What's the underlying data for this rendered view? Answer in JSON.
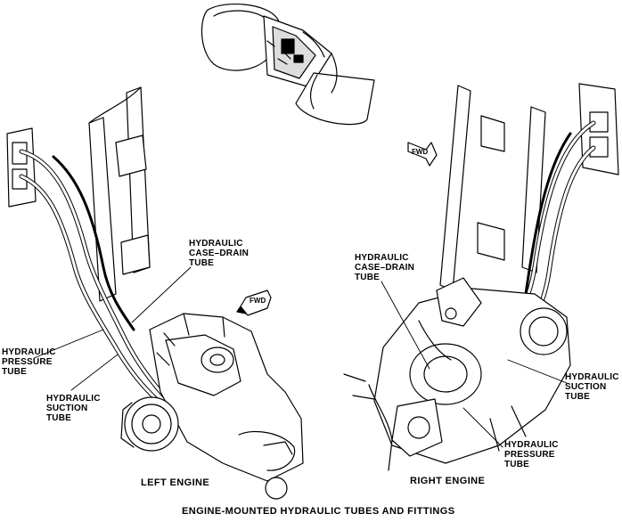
{
  "figure": {
    "title": "ENGINE-MOUNTED HYDRAULIC TUBES AND FITTINGS",
    "left_caption": "LEFT ENGINE",
    "right_caption": "RIGHT ENGINE"
  },
  "left_labels": {
    "case_drain": "HYDRAULIC\nCASE–DRAIN\nTUBE",
    "pressure": "HYDRAULIC\nPRESSURE\nTUBE",
    "suction": "HYDRAULIC\nSUCTION\nTUBE",
    "fwd": "FWD"
  },
  "right_labels": {
    "case_drain": "HYDRAULIC\nCASE–DRAIN\nTUBE",
    "suction": "HYDRAULIC\nSUCTION\nTUBE",
    "pressure": "HYDRAULIC\nPRESSURE\nTUBE",
    "fwd": "FWD"
  },
  "colors": {
    "ink": "#000000",
    "paper": "#ffffff"
  }
}
